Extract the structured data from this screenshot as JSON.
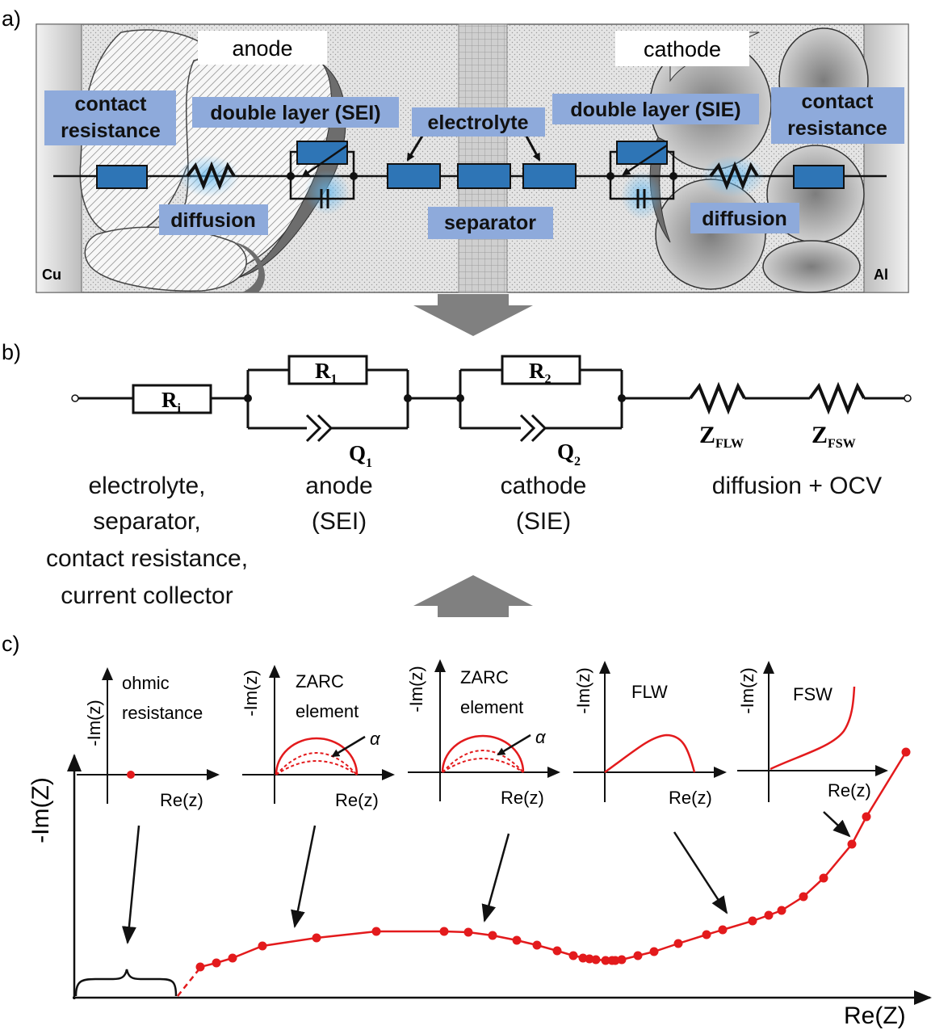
{
  "panels": {
    "a": "a)",
    "b": "b)",
    "c": "c)"
  },
  "panel_a": {
    "anode": "anode",
    "cathode": "cathode",
    "cu": "Cu",
    "al": "Al",
    "contact_resistance_left": [
      "contact",
      "resistance"
    ],
    "contact_resistance_right": [
      "contact",
      "resistance"
    ],
    "double_layer_sei": "double layer (SEI)",
    "double_layer_sie": "double layer (SIE)",
    "electrolyte": "electrolyte",
    "separator": "separator",
    "diffusion_left": "diffusion",
    "diffusion_right": "diffusion",
    "colors": {
      "label_bg": "#8eaadb",
      "component": "#2e75b6",
      "separator": "#c8c8c8"
    }
  },
  "panel_b": {
    "ri": "R",
    "ri_sub": "i",
    "r1": "R",
    "r1_sub": "1",
    "r2": "R",
    "r2_sub": "2",
    "q1": "Q",
    "q1_sub": "1",
    "q2": "Q",
    "q2_sub": "2",
    "zflw": "Z",
    "zflw_sub": "FLW",
    "zfsw": "Z",
    "zfsw_sub": "FSW",
    "desc_1": [
      "electrolyte,",
      "separator,",
      "contact resistance,",
      "current collector"
    ],
    "desc_2": [
      "anode",
      "(SEI)"
    ],
    "desc_3": [
      "cathode",
      "(SIE)"
    ],
    "desc_4": "diffusion + OCV"
  },
  "panel_c": {
    "mini_ylabel": "-Im(z)",
    "mini_xlabel": "Re(z)",
    "mini_1": [
      "ohmic",
      "resistance"
    ],
    "mini_2": [
      "ZARC",
      "element"
    ],
    "mini_3": [
      "ZARC",
      "element"
    ],
    "mini_4": "FLW",
    "mini_5": "FSW",
    "alpha": "α",
    "main_ylabel": "-Im(Z)",
    "main_xlabel": "Re(Z)",
    "colors": {
      "curve": "#e31a1c"
    }
  }
}
